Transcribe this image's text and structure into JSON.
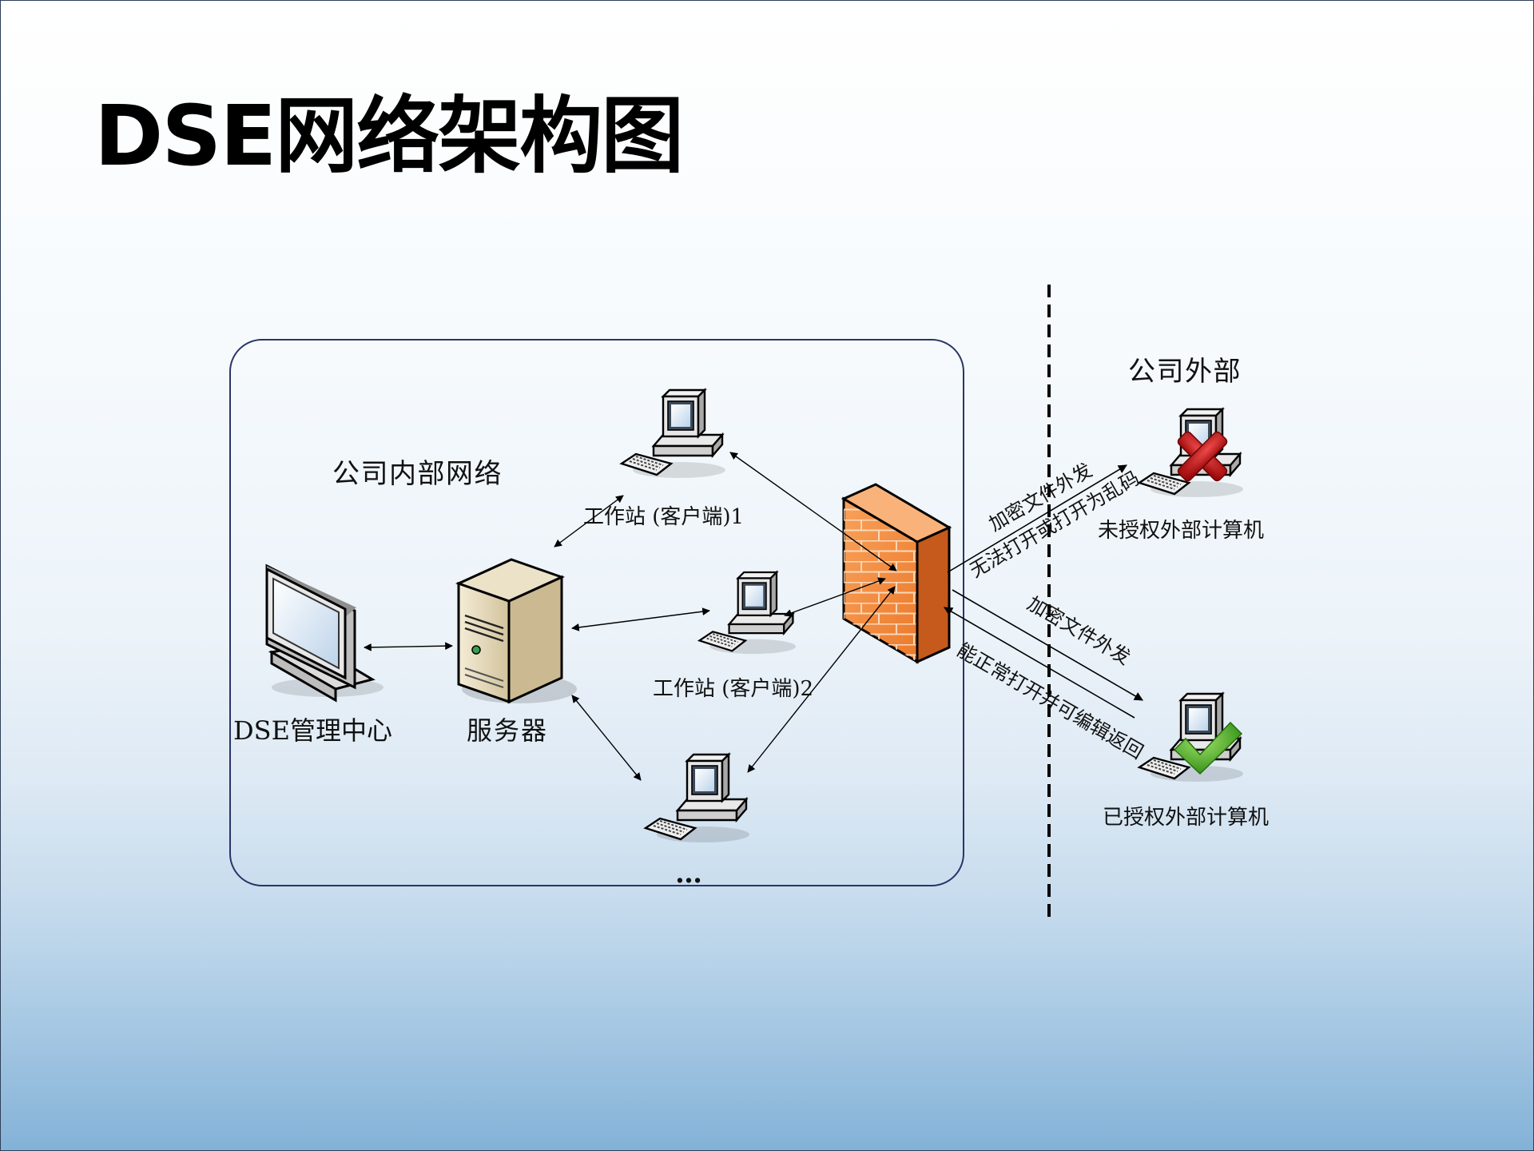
{
  "title": "DSE网络架构图",
  "labels": {
    "internal_network": "公司内部网络",
    "external": "公司外部",
    "management_center": "DSE管理中心",
    "server": "服务器",
    "workstation_1": "工作站 (客户端)1",
    "workstation_2": "工作站 (客户端)2",
    "more": "…",
    "unauthorized_computer": "未授权外部计算机",
    "authorized_computer": "已授权外部计算机"
  },
  "arrows": {
    "unauth_send": "加密文件外发",
    "unauth_result": "无法打开或打开为乱码",
    "auth_send": "加密文件外发",
    "auth_result": "能正常打开并可编辑返回"
  },
  "icons": {
    "management_center": "monitor-icon",
    "server": "server-tower-icon",
    "workstations": "desktop-computer-icon",
    "firewall": "firewall-brick-wall-icon",
    "denied": "red-x-icon",
    "allowed": "green-check-icon"
  },
  "colors": {
    "firewall": "#f28a3a",
    "deny": "#b81414",
    "allow": "#4bb020",
    "network_border": "#2b3466"
  }
}
